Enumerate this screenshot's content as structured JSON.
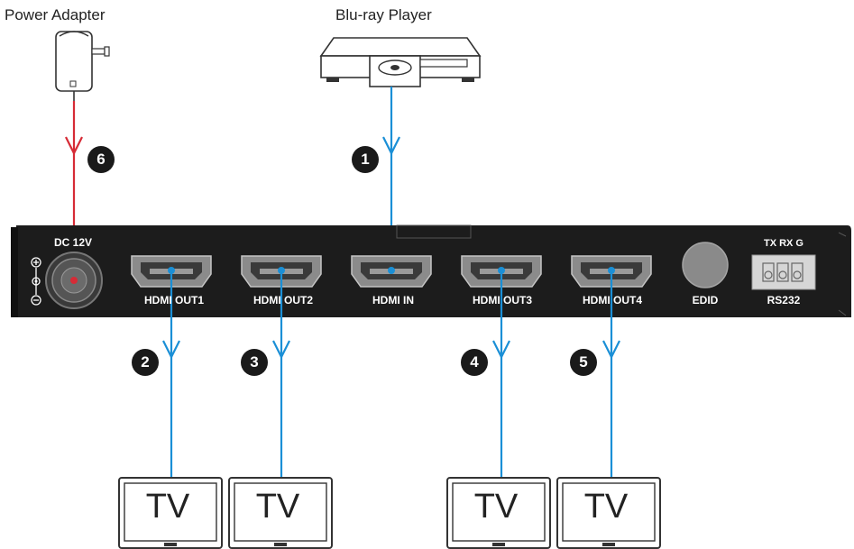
{
  "labels": {
    "power_adapter": "Power Adapter",
    "bluray_player": "Blu-ray Player"
  },
  "panel": {
    "dc": "DC 12V",
    "ports": [
      {
        "key": "out1",
        "label": "HDMI OUT1"
      },
      {
        "key": "out2",
        "label": "HDMI OUT2"
      },
      {
        "key": "in",
        "label": "HDMI IN"
      },
      {
        "key": "out3",
        "label": "HDMI OUT3"
      },
      {
        "key": "out4",
        "label": "HDMI OUT4"
      }
    ],
    "edid": "EDID",
    "rs232": "RS232",
    "rs232_pins": "TX RX  G"
  },
  "steps": [
    "1",
    "2",
    "3",
    "4",
    "5",
    "6"
  ],
  "tv_label": "TV",
  "colors": {
    "power_line": "#d62b36",
    "signal_line": "#1a8fd6",
    "panel": "#1c1c1c",
    "badge": "#1a1a1a"
  },
  "icons": [
    "power-adapter-icon",
    "bluray-player-icon",
    "hdmi-port-icon",
    "dc-jack-icon",
    "edid-button-icon",
    "rs232-terminal-icon",
    "tv-icon"
  ]
}
